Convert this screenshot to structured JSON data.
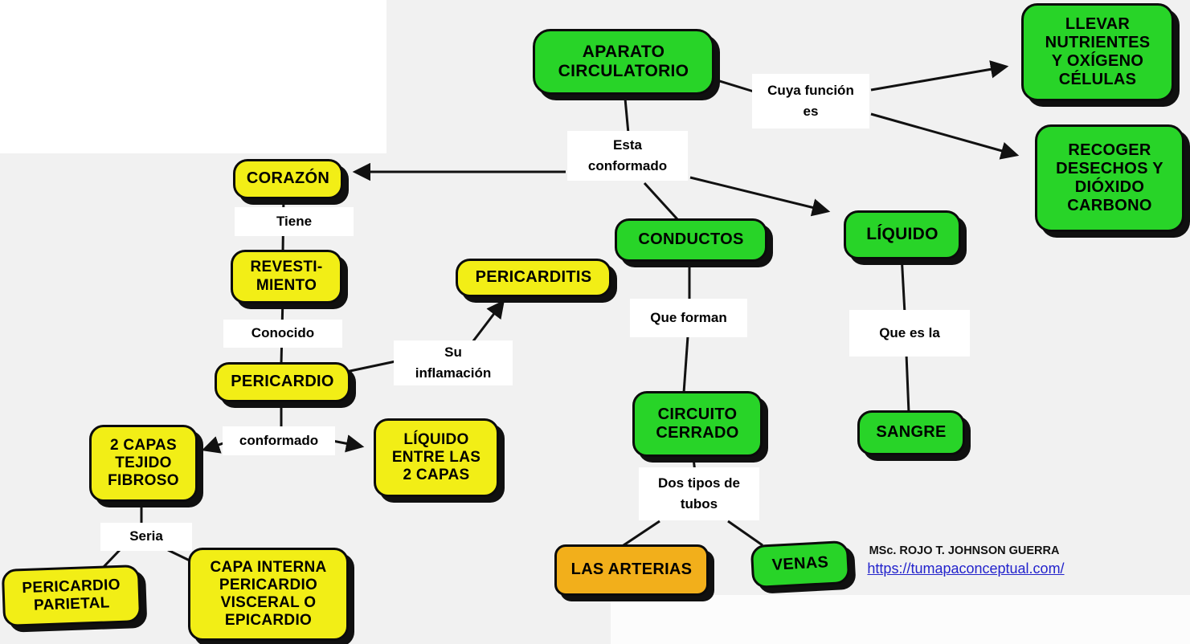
{
  "colors": {
    "node_green": "#28d428",
    "node_yellow": "#f2ee16",
    "node_orange": "#f2af1b",
    "connector": "#111111",
    "label_background": "#ffffff",
    "link_blue": "#2323cc",
    "background": "#f1f1f1"
  },
  "nodes": {
    "aparato_circulatorio": {
      "label": "APARATO\nCIRCULATORIO"
    },
    "llevar_nutrientes": {
      "label": "LLEVAR\nNUTRIENTES\nY OXÍGENO\nCÉLULAS"
    },
    "recoger_desechos": {
      "label": "RECOGER\nDESECHOS Y\nDIÓXIDO\nCARBONO"
    },
    "corazon": {
      "label": "CORAZÓN"
    },
    "revestimiento": {
      "label": "REVESTI-\nMIENTO"
    },
    "pericardio": {
      "label": "PERICARDIO"
    },
    "pericarditis": {
      "label": "PERICARDITIS"
    },
    "dos_capas_tejido_fibroso": {
      "label": "2 CAPAS\nTEJIDO\nFIBROSO"
    },
    "liquido_entre_capas": {
      "label": "LÍQUIDO\nENTRE LAS\n2 CAPAS"
    },
    "pericardio_parietal": {
      "label": "PERICARDIO\nPARIETAL"
    },
    "capa_interna": {
      "label": "CAPA INTERNA\nPERICARDIO\nVISCERAL O\nEPICARDIO"
    },
    "conductos": {
      "label": "CONDUCTOS"
    },
    "circuito_cerrado": {
      "label": "CIRCUITO\nCERRADO"
    },
    "las_arterias": {
      "label": "LAS ARTERIAS"
    },
    "venas": {
      "label": "VENAS"
    },
    "liquido": {
      "label": "LÍQUIDO"
    },
    "sangre": {
      "label": "SANGRE"
    }
  },
  "links": {
    "cuya_funcion_es": "Cuya función\nes",
    "esta_conformado": "Esta\nconformado",
    "tiene": "Tiene",
    "conocido": "Conocido",
    "su_inflamacion": "Su\ninflamación",
    "conformado": "conformado",
    "seria": "Seria",
    "que_forman": "Que forman",
    "dos_tipos_de_tubos": "Dos tipos de\ntubos",
    "que_es_la": "Que es la"
  },
  "credit": {
    "author": "MSc. ROJO T. JOHNSON GUERRA",
    "url": "https://tumapaconceptual.com/"
  }
}
